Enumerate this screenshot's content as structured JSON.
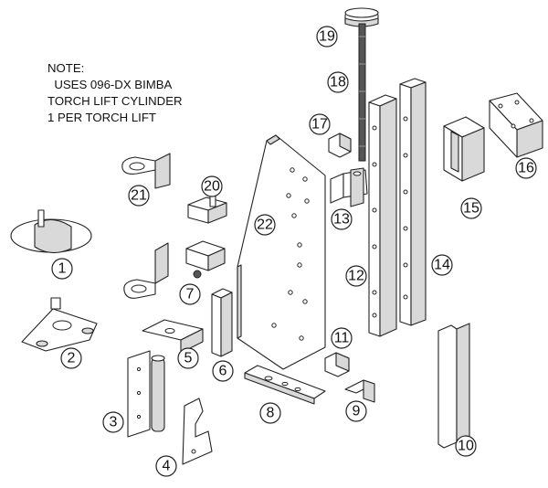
{
  "note": {
    "lines": [
      "NOTE:",
      "  USES 096-DX BIMBA",
      "TORCH LIFT CYLINDER",
      "1 PER TORCH LIFT"
    ]
  },
  "parts": {
    "p1": "1",
    "p2": "2",
    "p3": "3",
    "p4": "4",
    "p5": "5",
    "p6": "6",
    "p7": "7",
    "p8": "8",
    "p9": "9",
    "p10": "10",
    "p11": "11",
    "p12": "12",
    "p13": "13",
    "p14": "14",
    "p15": "15",
    "p16": "16",
    "p17": "17",
    "p18": "18",
    "p19": "19",
    "p20": "20",
    "p21": "21",
    "p22": "22"
  }
}
